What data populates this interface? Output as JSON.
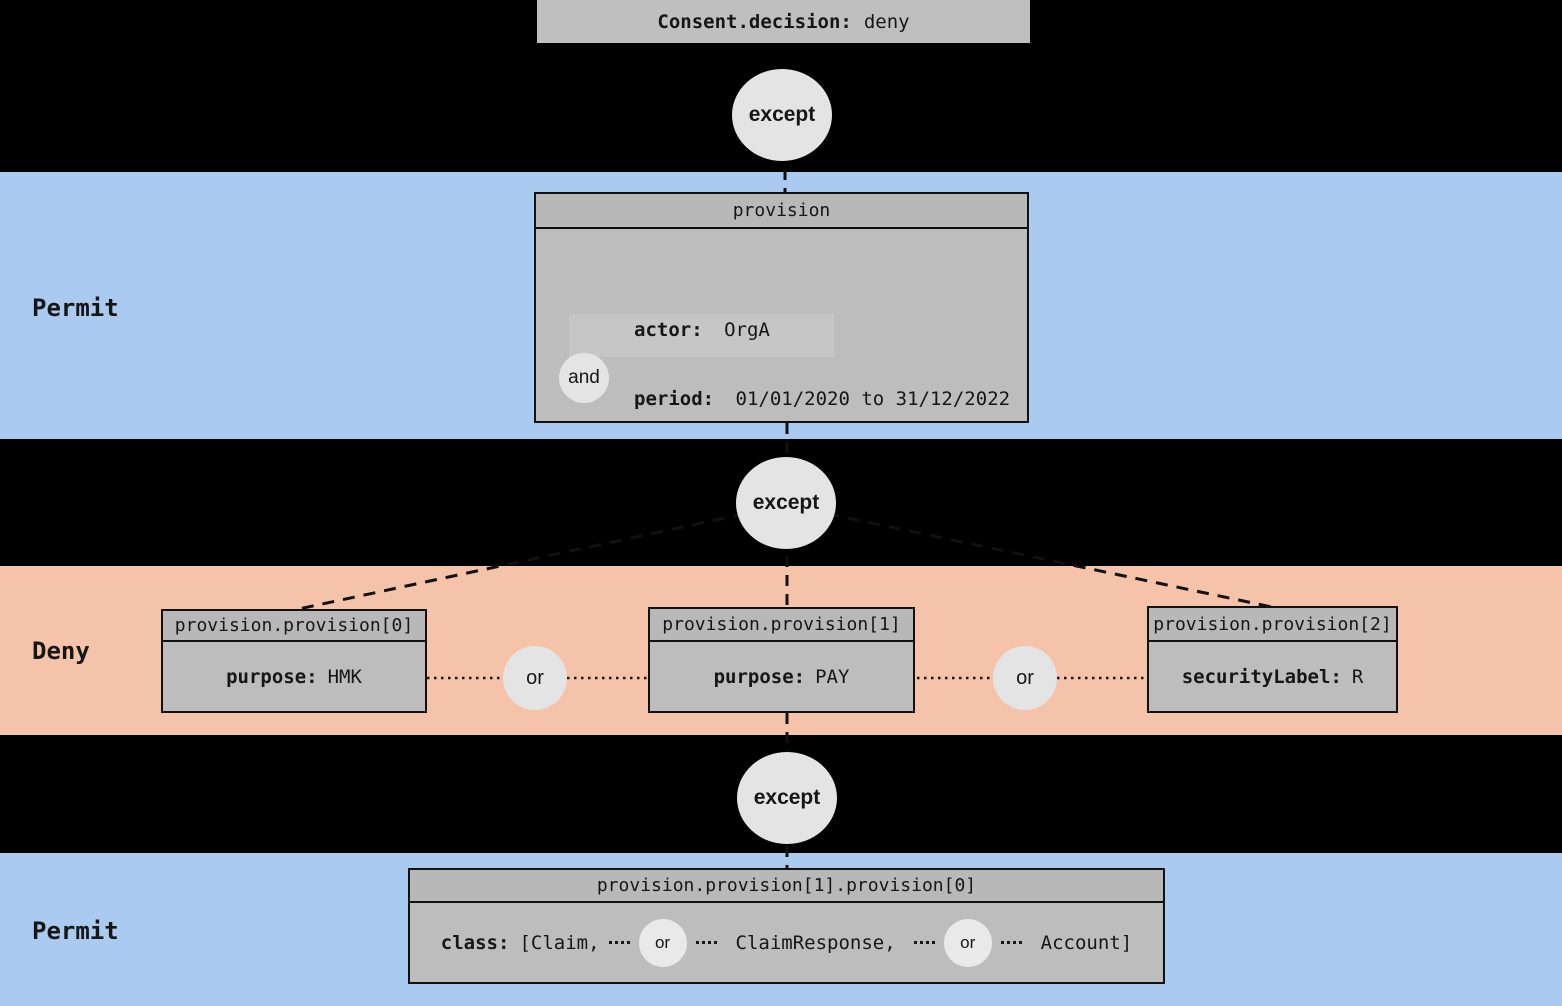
{
  "root_node": {
    "label": "Consent.decision:",
    "value": "deny"
  },
  "operators": {
    "except": "except",
    "and": "and",
    "or": "or"
  },
  "colors": {
    "background": "#000000",
    "permit_band": "#aacbef",
    "deny_band": "#f5c3aa",
    "node_fill": "#bdbdbd",
    "node_header_fill": "#b8b8b8",
    "operator_circle_fill": "#e4e4e4",
    "line": "#111111"
  },
  "bands": [
    {
      "label": "Permit",
      "node": {
        "header": "provision",
        "fields": [
          {
            "key": "actor:",
            "value": "OrgA"
          },
          {
            "key": "period:",
            "value": "01/01/2020 to 31/12/2022"
          }
        ]
      }
    },
    {
      "label": "Deny",
      "nodes": [
        {
          "header": "provision.provision[0]",
          "key": "purpose:",
          "value": "HMK"
        },
        {
          "header": "provision.provision[1]",
          "key": "purpose:",
          "value": "PAY"
        },
        {
          "header": "provision.provision[2]",
          "key": "securityLabel:",
          "value": "R"
        }
      ]
    },
    {
      "label": "Permit",
      "node": {
        "header": "provision.provision[1].provision[0]",
        "key": "class:",
        "items": [
          "[Claim,",
          "ClaimResponse,",
          "Account]"
        ]
      }
    }
  ]
}
